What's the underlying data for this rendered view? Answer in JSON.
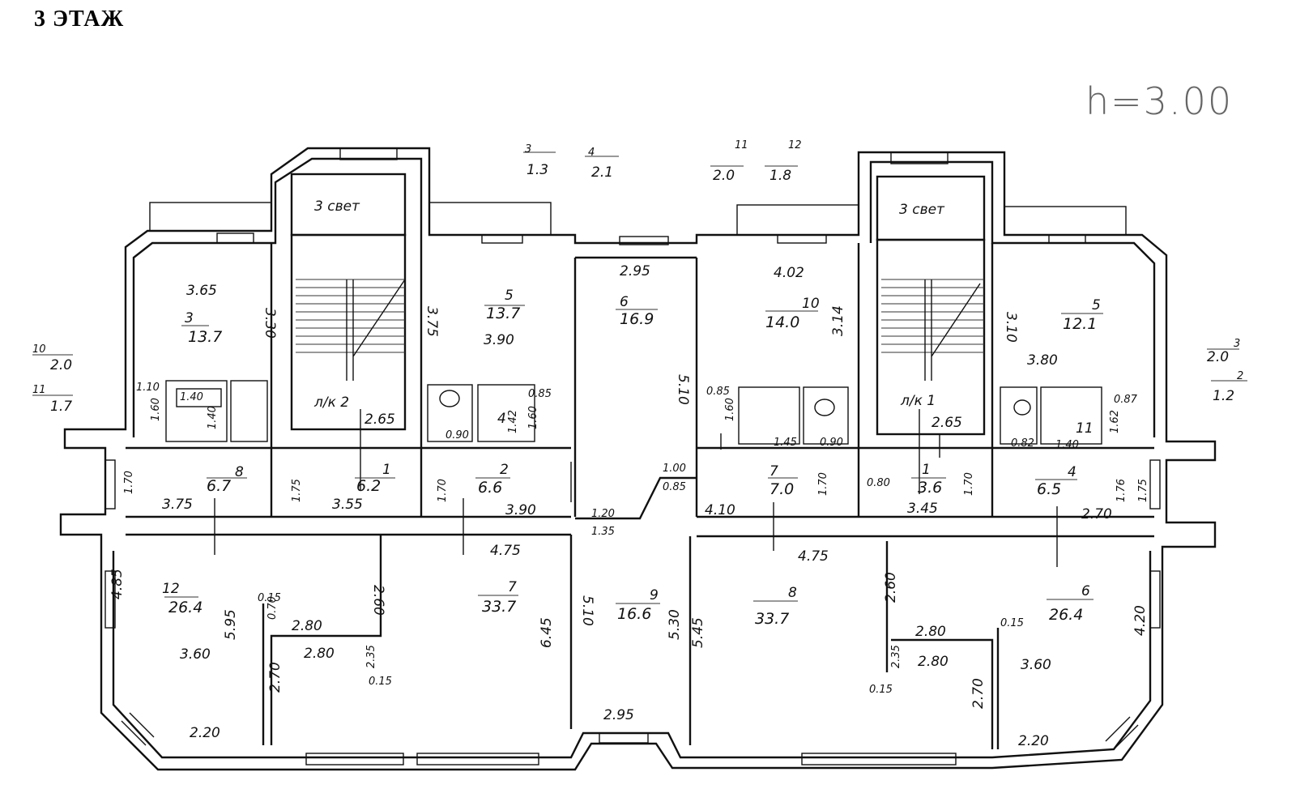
{
  "header": {
    "title": "3 ЭТАЖ",
    "height_mark": "h=3.00"
  },
  "stairs": [
    {
      "light": "3 свет",
      "label": "л/к 2"
    },
    {
      "light": "3 свет",
      "label": "л/к 1"
    }
  ],
  "rooms": [
    {
      "id": "room-3-left",
      "num": "3",
      "area": "13.7"
    },
    {
      "id": "room-5-left",
      "num": "5",
      "area": "13.7"
    },
    {
      "id": "room-6-center",
      "num": "6",
      "area": "16.9"
    },
    {
      "id": "room-10",
      "num": "10",
      "area": "14.0"
    },
    {
      "id": "room-5-right",
      "num": "5",
      "area": "12.1"
    },
    {
      "id": "room-8-left-corridor",
      "num": "8",
      "area": "6.7"
    },
    {
      "id": "room-1-left-hall",
      "num": "1",
      "area": "6.2"
    },
    {
      "id": "room-2-left-corridor",
      "num": "2",
      "area": "6.6"
    },
    {
      "id": "room-7-right-corridor",
      "num": "7",
      "area": "7.0"
    },
    {
      "id": "room-1-right-hall",
      "num": "1",
      "area": "3.6"
    },
    {
      "id": "room-4-right-corridor",
      "num": "4",
      "area": "6.5"
    },
    {
      "id": "room-12",
      "num": "12",
      "area": "26.4"
    },
    {
      "id": "room-7-large",
      "num": "7",
      "area": "33.7"
    },
    {
      "id": "room-9",
      "num": "9",
      "area": "16.6"
    },
    {
      "id": "room-8-large",
      "num": "8",
      "area": "33.7"
    },
    {
      "id": "room-6-right-large",
      "num": "6",
      "area": "26.4"
    },
    {
      "id": "room-4-wc",
      "num": "4",
      "area": ""
    },
    {
      "id": "room-11-wc",
      "num": "11",
      "area": ""
    }
  ],
  "side_notes": [
    {
      "num": "10",
      "area": "2.0"
    },
    {
      "num": "11",
      "area": "1.7"
    },
    {
      "num": "3",
      "area": "2.0"
    },
    {
      "num": "2",
      "area": "1.2"
    },
    {
      "num": "3",
      "area": "1.3"
    },
    {
      "num": "4",
      "area": "2.1"
    },
    {
      "num": "11",
      "area": "2.0"
    },
    {
      "num": "12",
      "area": "1.8"
    }
  ],
  "dimensions": [
    "3.65",
    "3.30",
    "3.75",
    "3.90",
    "2.95",
    "4.02",
    "3.14",
    "3.10",
    "3.80",
    "5.10",
    "1.10",
    "1.60",
    "1.40",
    "1.40",
    "1.70",
    "1.75",
    "1.70",
    "1.76",
    "2.65",
    "2.65",
    "0.85",
    "1.60",
    "1.42",
    "0.90",
    "0.85",
    "1.60",
    "1.45",
    "0.90",
    "0.87",
    "1.62",
    "1.40",
    "0.82",
    "3.75",
    "3.55",
    "3.90",
    "4.10",
    "3.45",
    "2.70",
    "1.00",
    "0.85",
    "0.80",
    "1.20",
    "1.35",
    "4.75",
    "4.75",
    "4.85",
    "5.95",
    "3.60",
    "2.60",
    "2.80",
    "2.80",
    "0.15",
    "0.15",
    "0.70",
    "2.70",
    "2.35",
    "2.20",
    "6.45",
    "5.10",
    "5.30",
    "5.45",
    "2.60",
    "2.80",
    "2.80",
    "2.35",
    "0.15",
    "0.15",
    "2.70",
    "3.60",
    "4.20",
    "2.20",
    "2.95",
    "1.70",
    "1.70",
    "1.75"
  ]
}
